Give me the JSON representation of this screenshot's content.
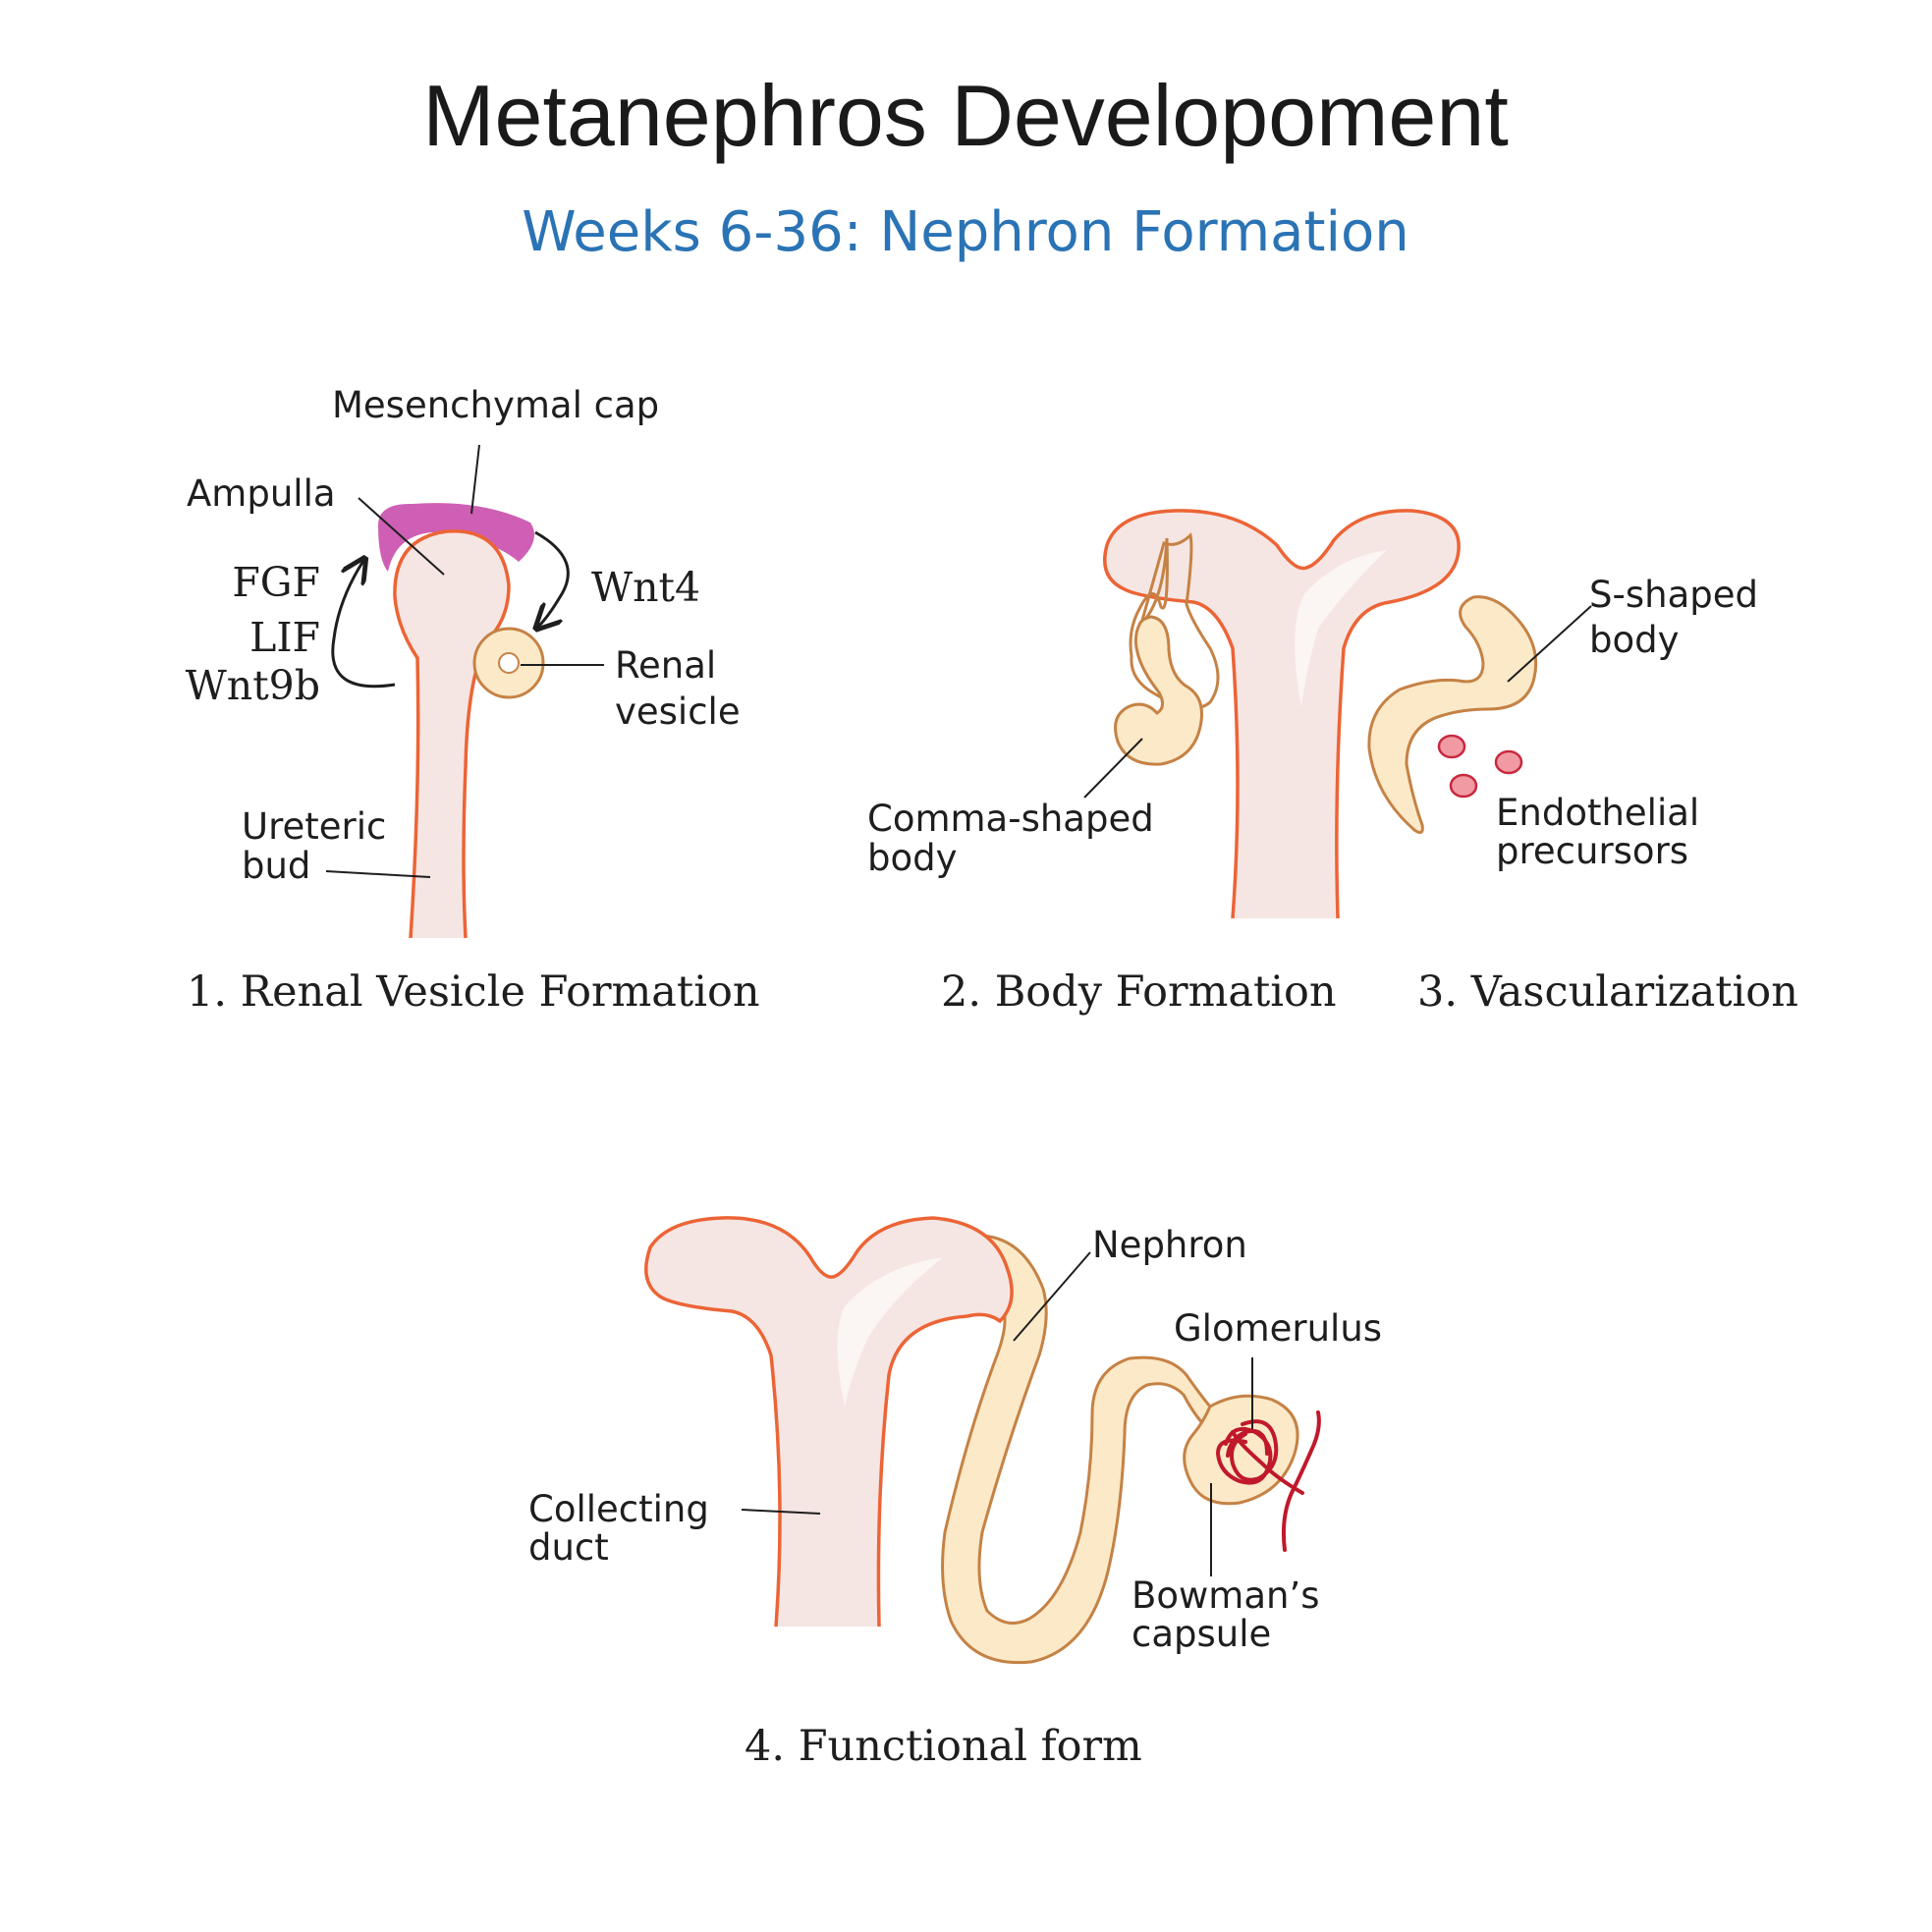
{
  "title": "Metanephros Developoment",
  "subtitle": "Weeks 6-36: Nephron Formation",
  "colors": {
    "title": "#1a1a1a",
    "subtitle": "#2a73b5",
    "duct_fill": "#f6e6e3",
    "duct_outline": "#ec6436",
    "body_fill": "#fbe9c8",
    "body_outline": "#c58245",
    "cap": "#cf5fb4",
    "endothelial": "#d9344f",
    "glomerulus": "#c0192b"
  },
  "panel1": {
    "caption": "1. Renal Vesicle Formation",
    "labels": {
      "mesenchymal_cap": "Mesenchymal cap",
      "ampulla": "Ampulla",
      "ureteric_bud_line1": "Ureteric",
      "ureteric_bud_line2": "bud",
      "renal_vesicle_line1": "Renal",
      "renal_vesicle_line2": "vesicle"
    },
    "signals": {
      "fgf": "FGF",
      "lif": "LIF",
      "wnt9b": "Wnt9b",
      "wnt4": "Wnt4"
    }
  },
  "panel2": {
    "caption_body": "2. Body Formation",
    "caption_vasc": "3. Vascularization",
    "labels": {
      "comma_line1": "Comma-shaped",
      "comma_line2": "body",
      "s_line1": "S-shaped",
      "s_line2": "body",
      "endo_line1": "Endothelial",
      "endo_line2": "precursors"
    }
  },
  "panel4": {
    "caption": "4. Functional form",
    "labels": {
      "nephron": "Nephron",
      "glomerulus": "Glomerulus",
      "collecting_line1": "Collecting",
      "collecting_line2": "duct",
      "bowman_line1": "Bowman’s",
      "bowman_line2": "capsule"
    }
  }
}
